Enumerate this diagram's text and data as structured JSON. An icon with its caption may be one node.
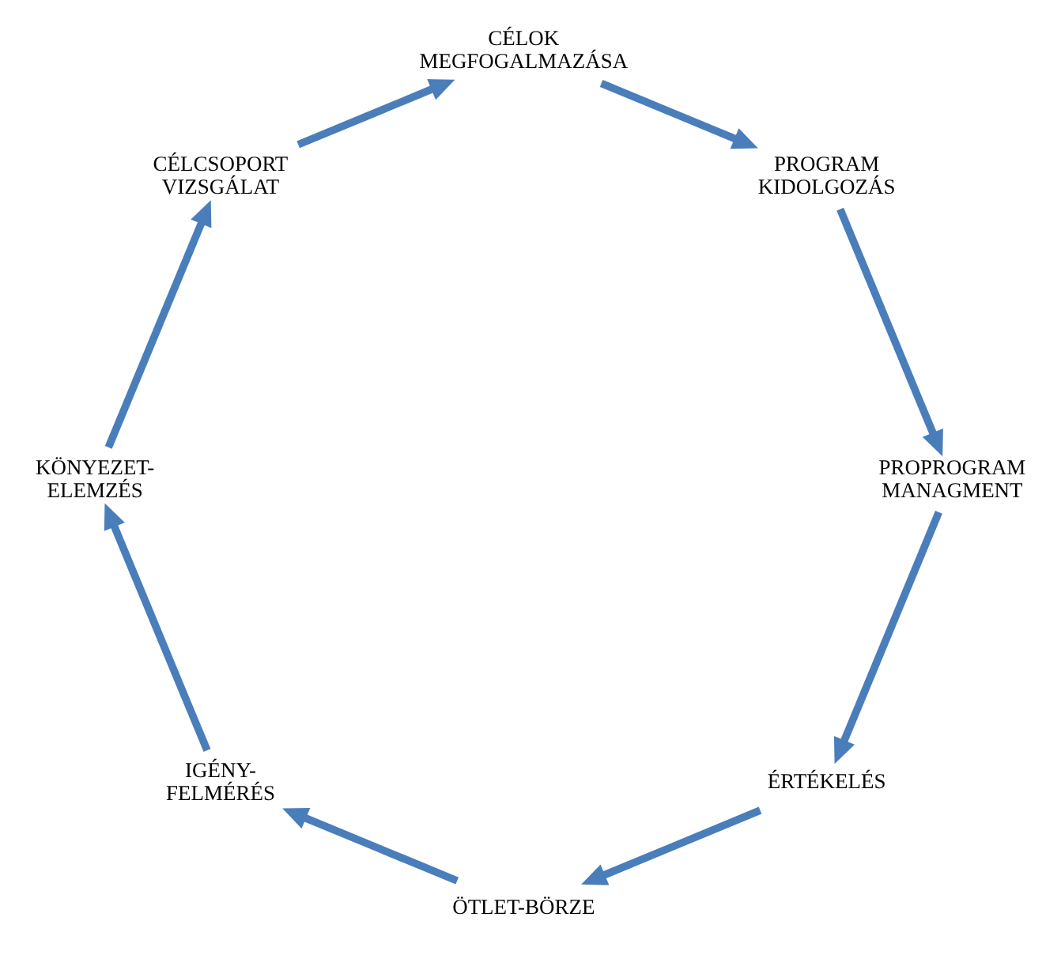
{
  "diagram": {
    "nodes": [
      {
        "text": [
          "ÉRTÉKELÉS"
        ]
      },
      {
        "text": [
          "ÖTLET-BÖRZE"
        ]
      },
      {
        "text": [
          "IGÉNY- FELMÉRÉS"
        ]
      },
      {
        "text": [
          "KÖNYEZET- ELEMZÉS"
        ]
      },
      {
        "text": [
          "CÉLCSOPORT VIZSGÁLAT"
        ]
      },
      {
        "text": [
          "CÉLOK MEGFOGALMAZÁSA"
        ]
      },
      {
        "text": [
          "PROGRAM KIDOLGOZÁS"
        ]
      },
      {
        "text": [
          "PROPROGRAM MANAGMENT"
        ]
      }
    ],
    "edges": [
      {
        "from": 0,
        "to": 1,
        "arrow": "to"
      },
      {
        "from": 1,
        "to": 2,
        "arrow": "to"
      },
      {
        "from": 2,
        "to": 3,
        "arrow": "to"
      },
      {
        "from": 3,
        "to": 4,
        "arrow": "to"
      },
      {
        "from": 4,
        "to": 5,
        "arrow": "to"
      },
      {
        "from": 5,
        "to": 6,
        "arrow": "to"
      },
      {
        "from": 6,
        "to": 7,
        "arrow": "to"
      },
      {
        "from": 7,
        "to": 0,
        "arrow": "to"
      }
    ]
  }
}
